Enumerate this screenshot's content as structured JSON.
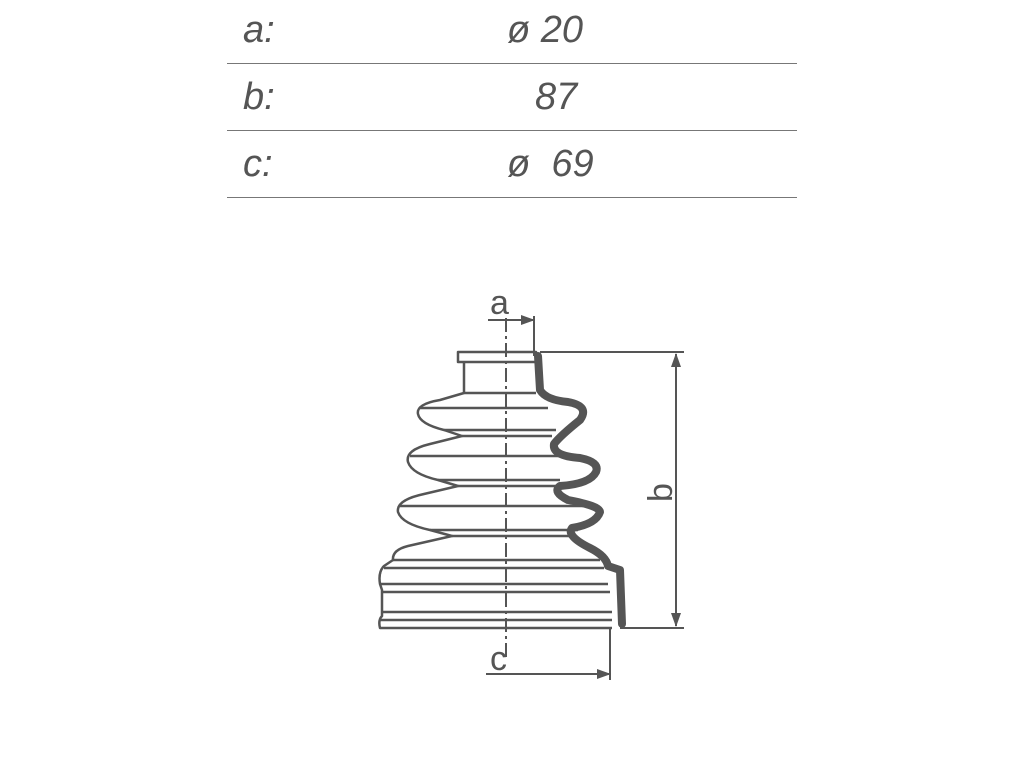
{
  "specs": [
    {
      "label": "a:",
      "value": "ø 20"
    },
    {
      "label": "b:",
      "value": "87"
    },
    {
      "label": "c:",
      "value": "ø  69"
    }
  ],
  "diagram": {
    "labels": {
      "a": "a",
      "b": "b",
      "c": "c"
    }
  },
  "colors": {
    "line": "#555555",
    "wall": "#555555"
  }
}
